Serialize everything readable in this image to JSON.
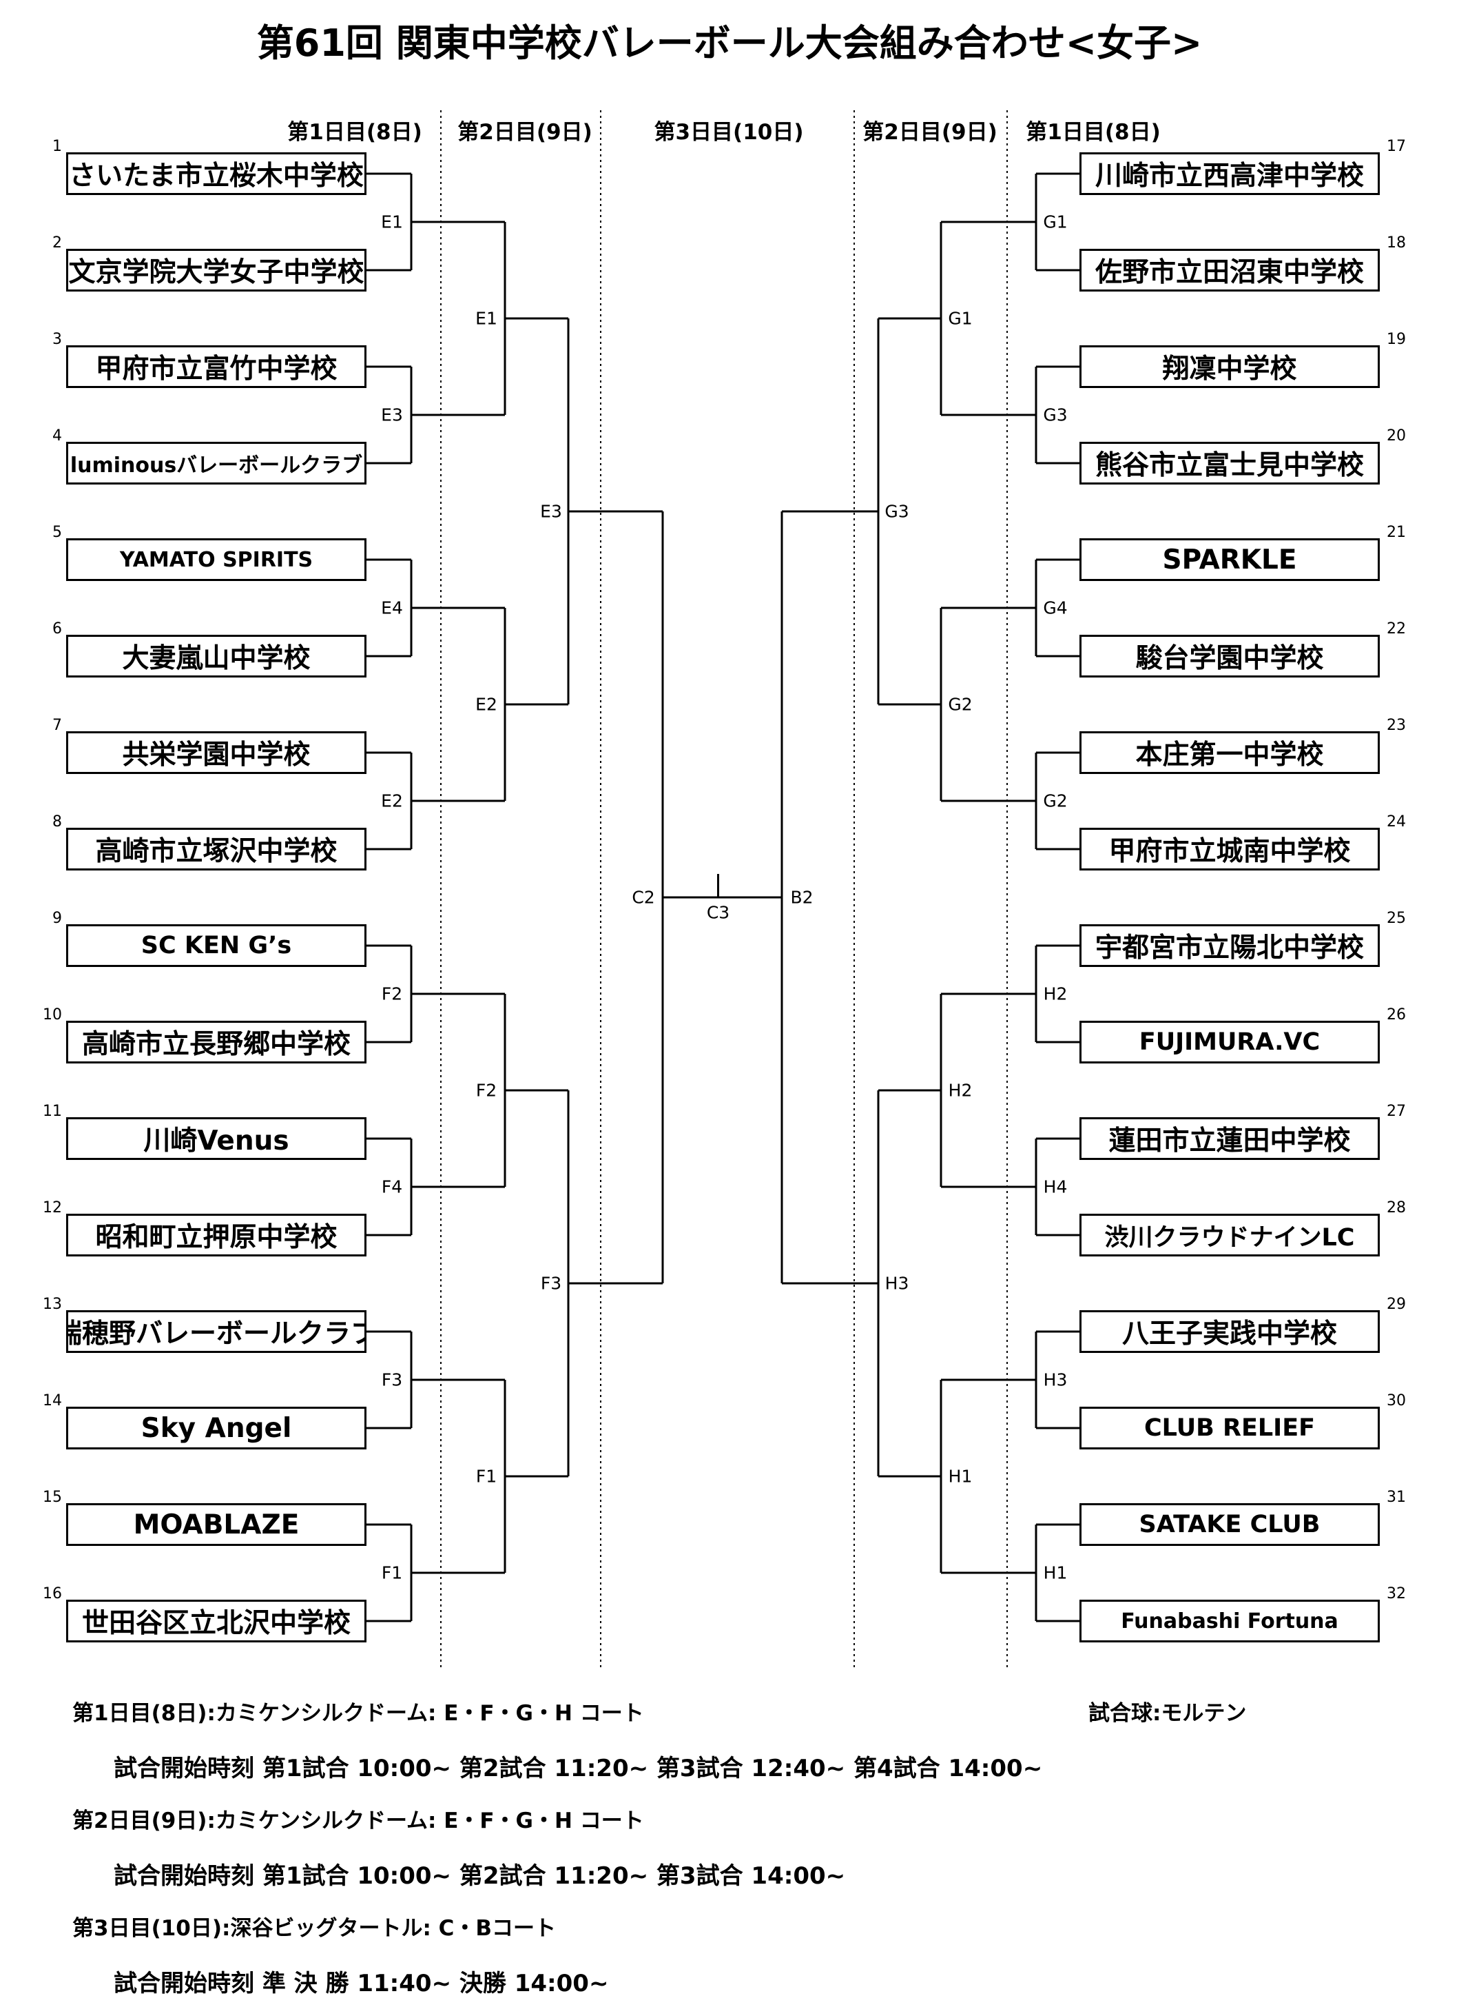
{
  "title": "第61回 関東中学校バレーボール大会組み合わせ<女子>",
  "days": {
    "left_day1": "第1日目(8日)",
    "left_day2": "第2日目(9日)",
    "center_day3": "第3日目(10日)",
    "right_day2": "第2日目(9日)",
    "right_day1": "第1日目(8日)"
  },
  "teams": [
    {
      "seed": "1",
      "name": "さいたま市立桜木中学校"
    },
    {
      "seed": "2",
      "name": "文京学院大学女子中学校"
    },
    {
      "seed": "3",
      "name": "甲府市立富竹中学校"
    },
    {
      "seed": "4",
      "name": "luminousバレーボールクラブ"
    },
    {
      "seed": "5",
      "name": "YAMATO SPIRITS"
    },
    {
      "seed": "6",
      "name": "大妻嵐山中学校"
    },
    {
      "seed": "7",
      "name": "共栄学園中学校"
    },
    {
      "seed": "8",
      "name": "高崎市立塚沢中学校"
    },
    {
      "seed": "9",
      "name": "SC KEN G’s"
    },
    {
      "seed": "10",
      "name": "高崎市立長野郷中学校"
    },
    {
      "seed": "11",
      "name": "川崎Venus"
    },
    {
      "seed": "12",
      "name": "昭和町立押原中学校"
    },
    {
      "seed": "13",
      "name": "瑞穂野バレーボールクラブ"
    },
    {
      "seed": "14",
      "name": "Sky Angel"
    },
    {
      "seed": "15",
      "name": "MOABLAZE"
    },
    {
      "seed": "16",
      "name": "世田谷区立北沢中学校"
    },
    {
      "seed": "17",
      "name": "川崎市立西高津中学校"
    },
    {
      "seed": "18",
      "name": "佐野市立田沼東中学校"
    },
    {
      "seed": "19",
      "name": "翔凜中学校"
    },
    {
      "seed": "20",
      "name": "熊谷市立富士見中学校"
    },
    {
      "seed": "21",
      "name": "SPARKLE"
    },
    {
      "seed": "22",
      "name": "駿台学園中学校"
    },
    {
      "seed": "23",
      "name": "本庄第一中学校"
    },
    {
      "seed": "24",
      "name": "甲府市立城南中学校"
    },
    {
      "seed": "25",
      "name": "宇都宮市立陽北中学校"
    },
    {
      "seed": "26",
      "name": "FUJIMURA.VC"
    },
    {
      "seed": "27",
      "name": "蓮田市立蓮田中学校"
    },
    {
      "seed": "28",
      "name": "渋川クラウドナインLC"
    },
    {
      "seed": "29",
      "name": "八王子実践中学校"
    },
    {
      "seed": "30",
      "name": "CLUB RELIEF"
    },
    {
      "seed": "31",
      "name": "SATAKE CLUB"
    },
    {
      "seed": "32",
      "name": "Funabashi Fortuna"
    }
  ],
  "matches": {
    "left_r1": [
      "E1",
      "E3",
      "E4",
      "E2",
      "F2",
      "F4",
      "F3",
      "F1"
    ],
    "left_r2": [
      "E1",
      "E2",
      "F2",
      "F1"
    ],
    "left_r3": [
      "E3",
      "F3"
    ],
    "right_r1": [
      "G1",
      "G3",
      "G4",
      "G2",
      "H2",
      "H4",
      "H3",
      "H1"
    ],
    "right_r2": [
      "G1",
      "G2",
      "H2",
      "H1"
    ],
    "right_r3": [
      "G3",
      "H3"
    ],
    "semi_left": "C2",
    "final": "C3",
    "semi_right": "B2"
  },
  "info": {
    "day1_venue": "第1日目(8日):カミケンシルクドーム: E・F・G・H コート",
    "ball": "試合球:モルテン",
    "day1_times": "試合開始時刻 第1試合 10:00~  第2試合 11:20~  第3試合 12:40~  第4試合 14:00~",
    "day2_venue": "第2日目(9日):カミケンシルクドーム: E・F・G・H コート",
    "day2_times": "試合開始時刻 第1試合 10:00~  第2試合 11:20~  第3試合 14:00~",
    "day3_venue": "第3日目(10日):深谷ビッグタートル: C・Bコート",
    "day3_times": "試合開始時刻 準 決 勝 11:40~  決勝 14:00~"
  }
}
